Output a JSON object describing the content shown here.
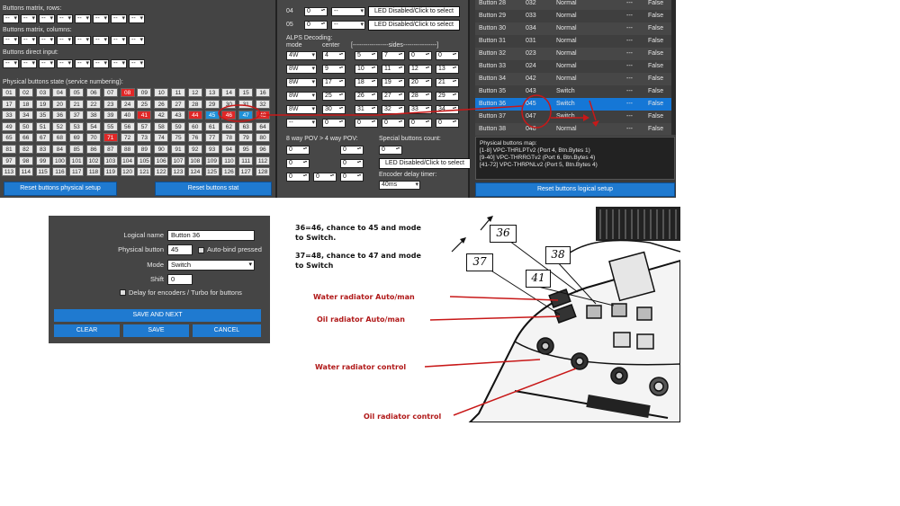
{
  "left_panel": {
    "rows_label": "Buttons matrix, rows:",
    "cols_label": "Buttons matrix, columns:",
    "direct_label": "Buttons direct input:",
    "combo_placeholder": "--",
    "physical_state_label": "Physical buttons state (service numbering):",
    "reset_physical_label": "Reset buttons physical setup",
    "reset_stat_label": "Reset buttons stat"
  },
  "grid": {
    "count": 128,
    "red": [
      8,
      41,
      44,
      46,
      48,
      71
    ],
    "blue": [
      45,
      47
    ]
  },
  "mid_panel": {
    "led_rows": [
      {
        "num": "04",
        "spin": "0",
        "combo": "--",
        "led": "LED Disabled/Click to select"
      },
      {
        "num": "05",
        "spin": "0",
        "combo": "--",
        "led": "LED Disabled/Click to select"
      }
    ],
    "alps_label": "ALPS Decoding:",
    "mode_label": "mode",
    "center_label": "center",
    "sides_label": "[-----------------sides----------------]",
    "alps_rows": [
      {
        "mode": "4W",
        "center": "4",
        "sides": [
          "5",
          "7",
          "0",
          "0"
        ]
      },
      {
        "mode": "8W",
        "center": "9",
        "sides": [
          "10",
          "11",
          "12",
          "13"
        ]
      },
      {
        "mode": "8W",
        "center": "17",
        "sides": [
          "18",
          "19",
          "20",
          "21"
        ]
      },
      {
        "mode": "8W",
        "center": "25",
        "sides": [
          "26",
          "27",
          "28",
          "29"
        ]
      },
      {
        "mode": "8W",
        "center": "30",
        "sides": [
          "31",
          "32",
          "33",
          "34"
        ]
      },
      {
        "mode": "--",
        "center": "0",
        "sides": [
          "0",
          "0",
          "0",
          "0"
        ]
      }
    ],
    "pov_label": "8 way POV > 4 way POV:",
    "special_label": "Special buttons count:",
    "special_value": "0",
    "led_disabled_label": "LED Disabled/Click to select",
    "encoder_label": "Encoder delay timer:",
    "encoder_value": "40ms",
    "zero": "0"
  },
  "right_panel": {
    "rows": [
      {
        "name": "Button 28",
        "phys": "032",
        "mode": "Normal",
        "shift": "---",
        "bool": "False"
      },
      {
        "name": "Button 29",
        "phys": "033",
        "mode": "Normal",
        "shift": "---",
        "bool": "False"
      },
      {
        "name": "Button 30",
        "phys": "034",
        "mode": "Normal",
        "shift": "---",
        "bool": "False"
      },
      {
        "name": "Button 31",
        "phys": "031",
        "mode": "Normal",
        "shift": "---",
        "bool": "False"
      },
      {
        "name": "Button 32",
        "phys": "023",
        "mode": "Normal",
        "shift": "---",
        "bool": "False"
      },
      {
        "name": "Button 33",
        "phys": "024",
        "mode": "Normal",
        "shift": "---",
        "bool": "False"
      },
      {
        "name": "Button 34",
        "phys": "042",
        "mode": "Normal",
        "shift": "---",
        "bool": "False"
      },
      {
        "name": "Button 35",
        "phys": "043",
        "mode": "Switch",
        "shift": "---",
        "bool": "False"
      },
      {
        "name": "Button 36",
        "phys": "045",
        "mode": "Switch",
        "shift": "---",
        "bool": "False"
      },
      {
        "name": "Button 37",
        "phys": "047",
        "mode": "Switch",
        "shift": "---",
        "bool": "False"
      },
      {
        "name": "Button 38",
        "phys": "048",
        "mode": "Normal",
        "shift": "---",
        "bool": "False"
      }
    ],
    "selected_index": 8,
    "map_title": "Physical buttons map:",
    "map_lines": [
      "[1-8] VPC-THRLPTv2 (Port 4, Btn.Bytes 1)",
      "[9-40] VPC-THRRGTv2 (Port 6, Btn.Bytes 4)",
      "[41-72] VPC-THRPNLv2 (Port 5, Btn.Bytes 4)"
    ],
    "reset_logical_label": "Reset buttons logical setup"
  },
  "dialog": {
    "logical_name_label": "Logical name",
    "logical_name_value": "Button 36",
    "physical_button_label": "Physical button",
    "physical_button_value": "45",
    "auto_bind_label": "Auto-bind pressed",
    "mode_label": "Mode",
    "mode_value": "Switch",
    "shift_label": "Shift",
    "shift_value": "0",
    "delay_label": "Delay for encoders / Turbo for buttons",
    "save_next_label": "SAVE AND NEXT",
    "clear_label": "CLEAR",
    "save_label": "SAVE",
    "cancel_label": "CANCEL"
  },
  "photo": {
    "note1_line1": "36=46, chance to 45 and mode",
    "note1_line2": "to Switch.",
    "note2_line1": "37=48, chance to 47 and mode",
    "note2_line2": "to Switch",
    "box_36": "36",
    "box_38": "38",
    "box_37": "37",
    "box_41": "41",
    "water_auto": "Water radiator Auto/man",
    "oil_auto": "Oil radiator Auto/man",
    "water_control": "Water radiator control",
    "oil_control": "Oil radiator control"
  },
  "colors": {
    "accent_blue": "#1f7ad0",
    "highlight_red": "#e02727",
    "annotation_red": "#c81818",
    "panel_dark": "#3b3b3b"
  }
}
